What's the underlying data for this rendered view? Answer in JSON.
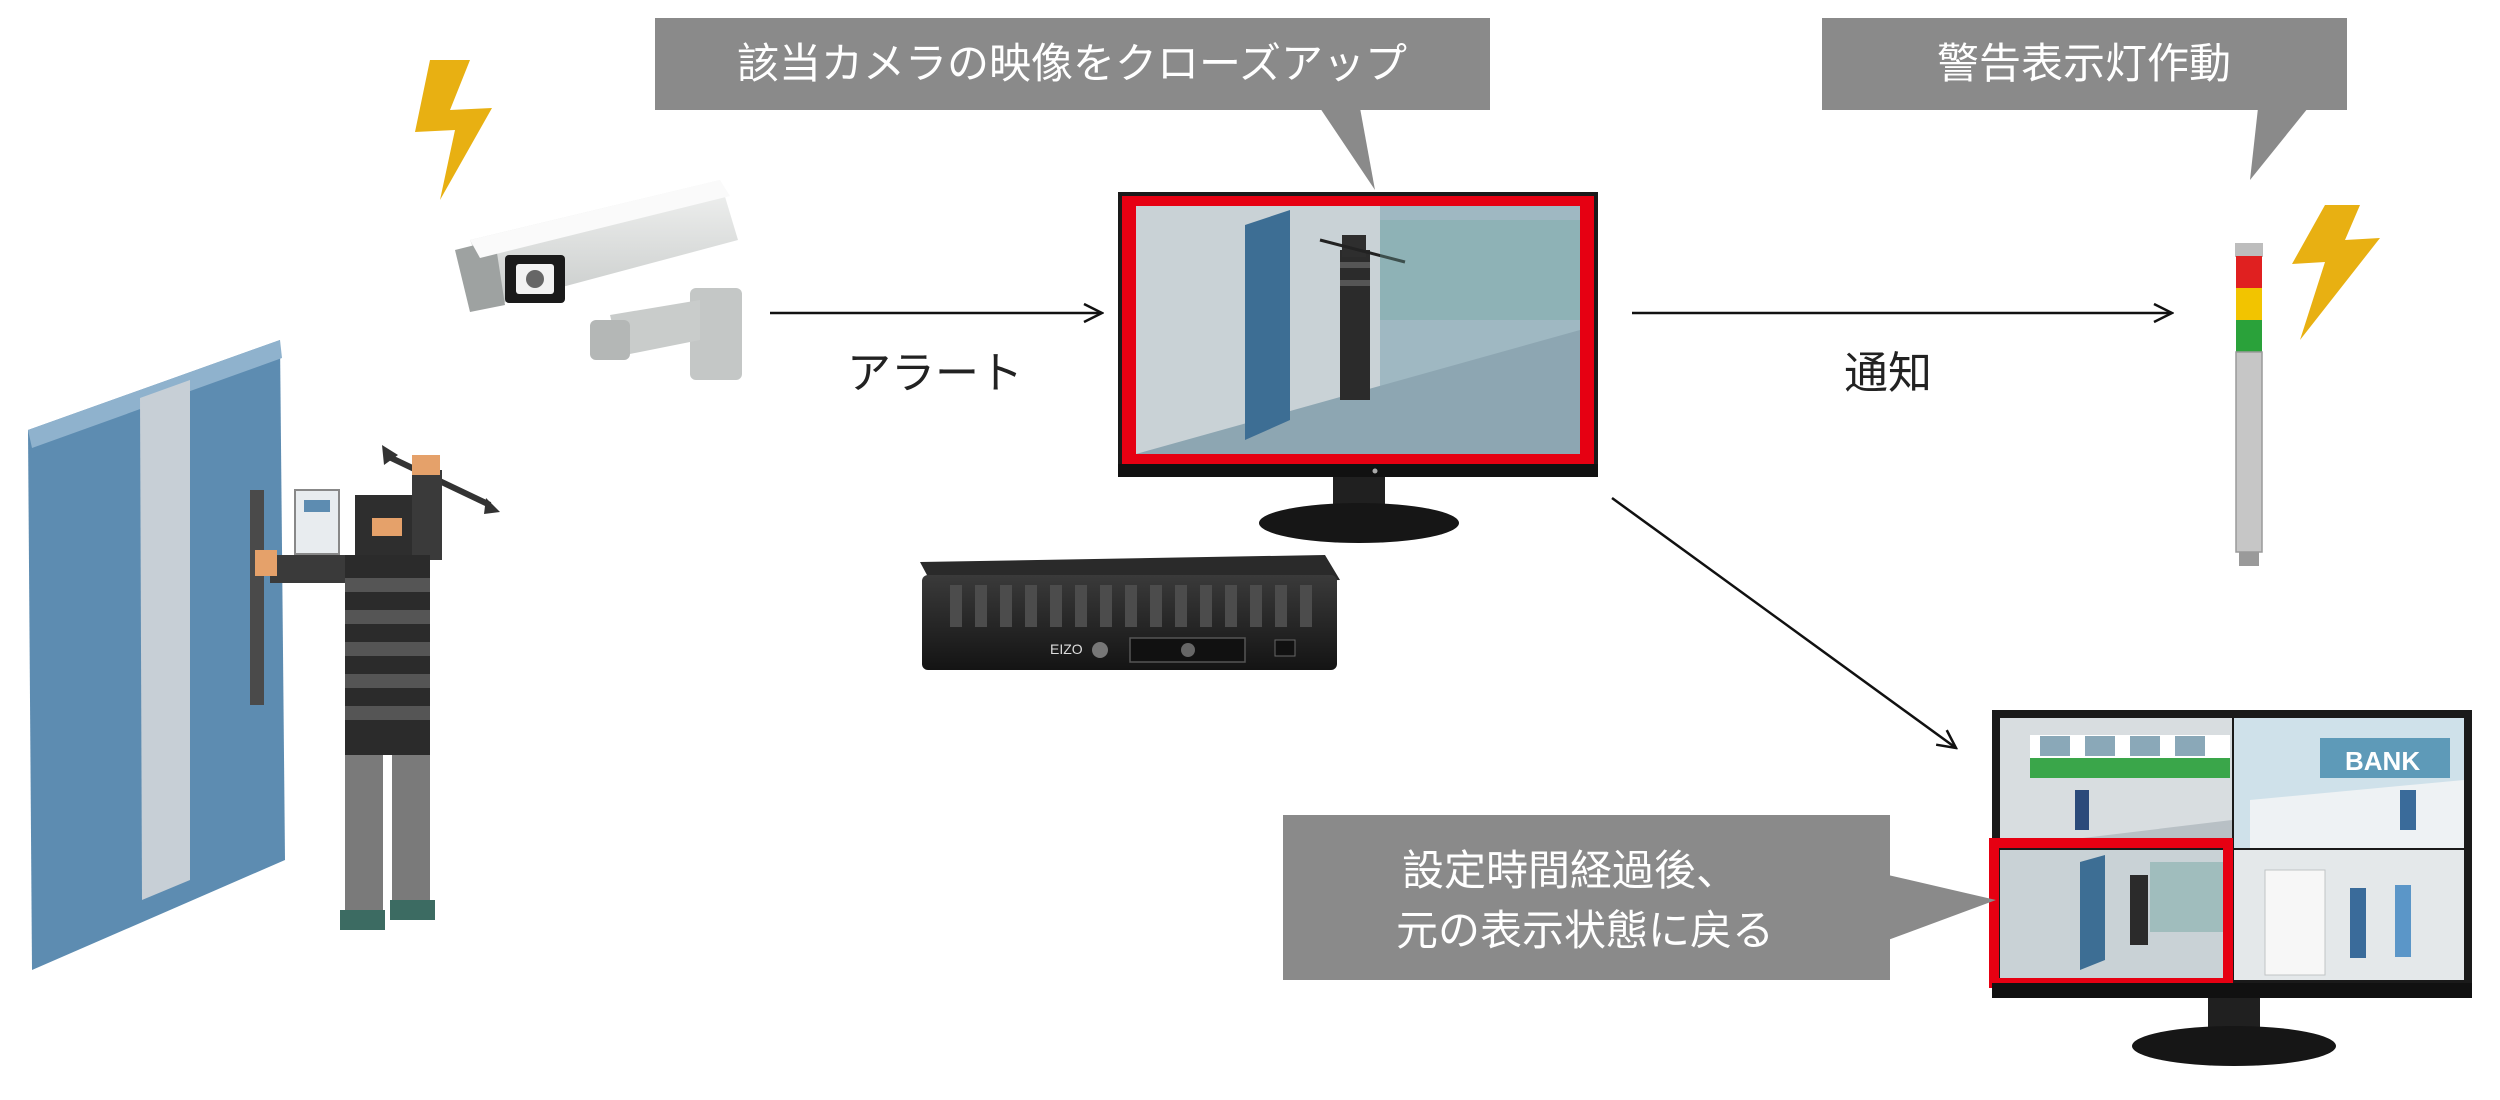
{
  "callouts": {
    "closeup": "該当カメラの映像をクローズアップ",
    "warning_light": "警告表示灯作動",
    "revert_line1": "設定時間経過後、",
    "revert_line2": "元の表示状態に戻る"
  },
  "arrow_labels": {
    "alert": "アラート",
    "notify": "通知"
  },
  "screen_text": {
    "bank_sign": "BANK",
    "box_brand": "EIZO"
  },
  "colors": {
    "callout_bg": "#8a8a8a",
    "highlight_red": "#e60012",
    "door_blue": "#3d6e94",
    "lightning_yellow": "#e8b012",
    "lamp_red": "#e02020",
    "lamp_yellow": "#f2c400",
    "lamp_green": "#2aa23a"
  }
}
